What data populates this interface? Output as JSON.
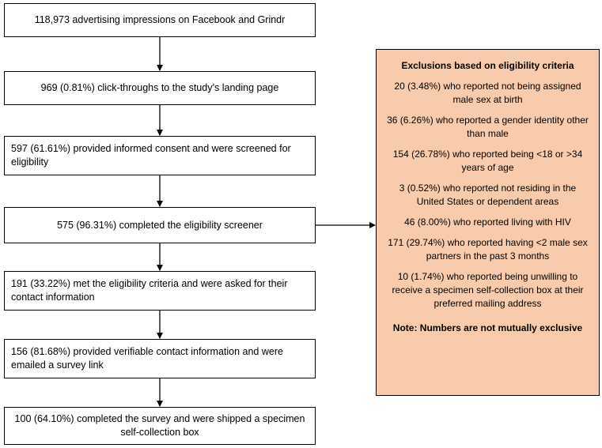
{
  "flow": [
    "118,973 advertising impressions on Facebook and Grindr",
    "969 (0.81%) click-throughs to the study’s landing page",
    "597 (61.61%) provided informed consent and were screened for eligibility",
    "575 (96.31%) completed the eligibility screener",
    "191 (33.22%) met the eligibility criteria and were asked for their contact information",
    "156 (81.68%) provided verifiable contact information and were emailed a survey link",
    "100 (64.10%) completed the survey and were shipped a specimen self-collection box"
  ],
  "exclusions": {
    "title": "Exclusions based on eligibility criteria",
    "items": [
      "20 (3.48%) who reported not being assigned male sex at birth",
      "36 (6.26%) who reported a gender identity other than male",
      "154 (26.78%) who reported being <18 or >34 years of age",
      "3 (0.52%) who reported not residing in the United States or dependent areas",
      "46 (8.00%) who reported living with HIV",
      "171 (29.74%) who reported having <2 male sex partners in the past 3 months",
      "10 (1.74%) who reported being unwilling to receive a specimen self-collection box at their preferred mailing address"
    ],
    "note": "Note: Numbers are not mutually exclusive"
  }
}
